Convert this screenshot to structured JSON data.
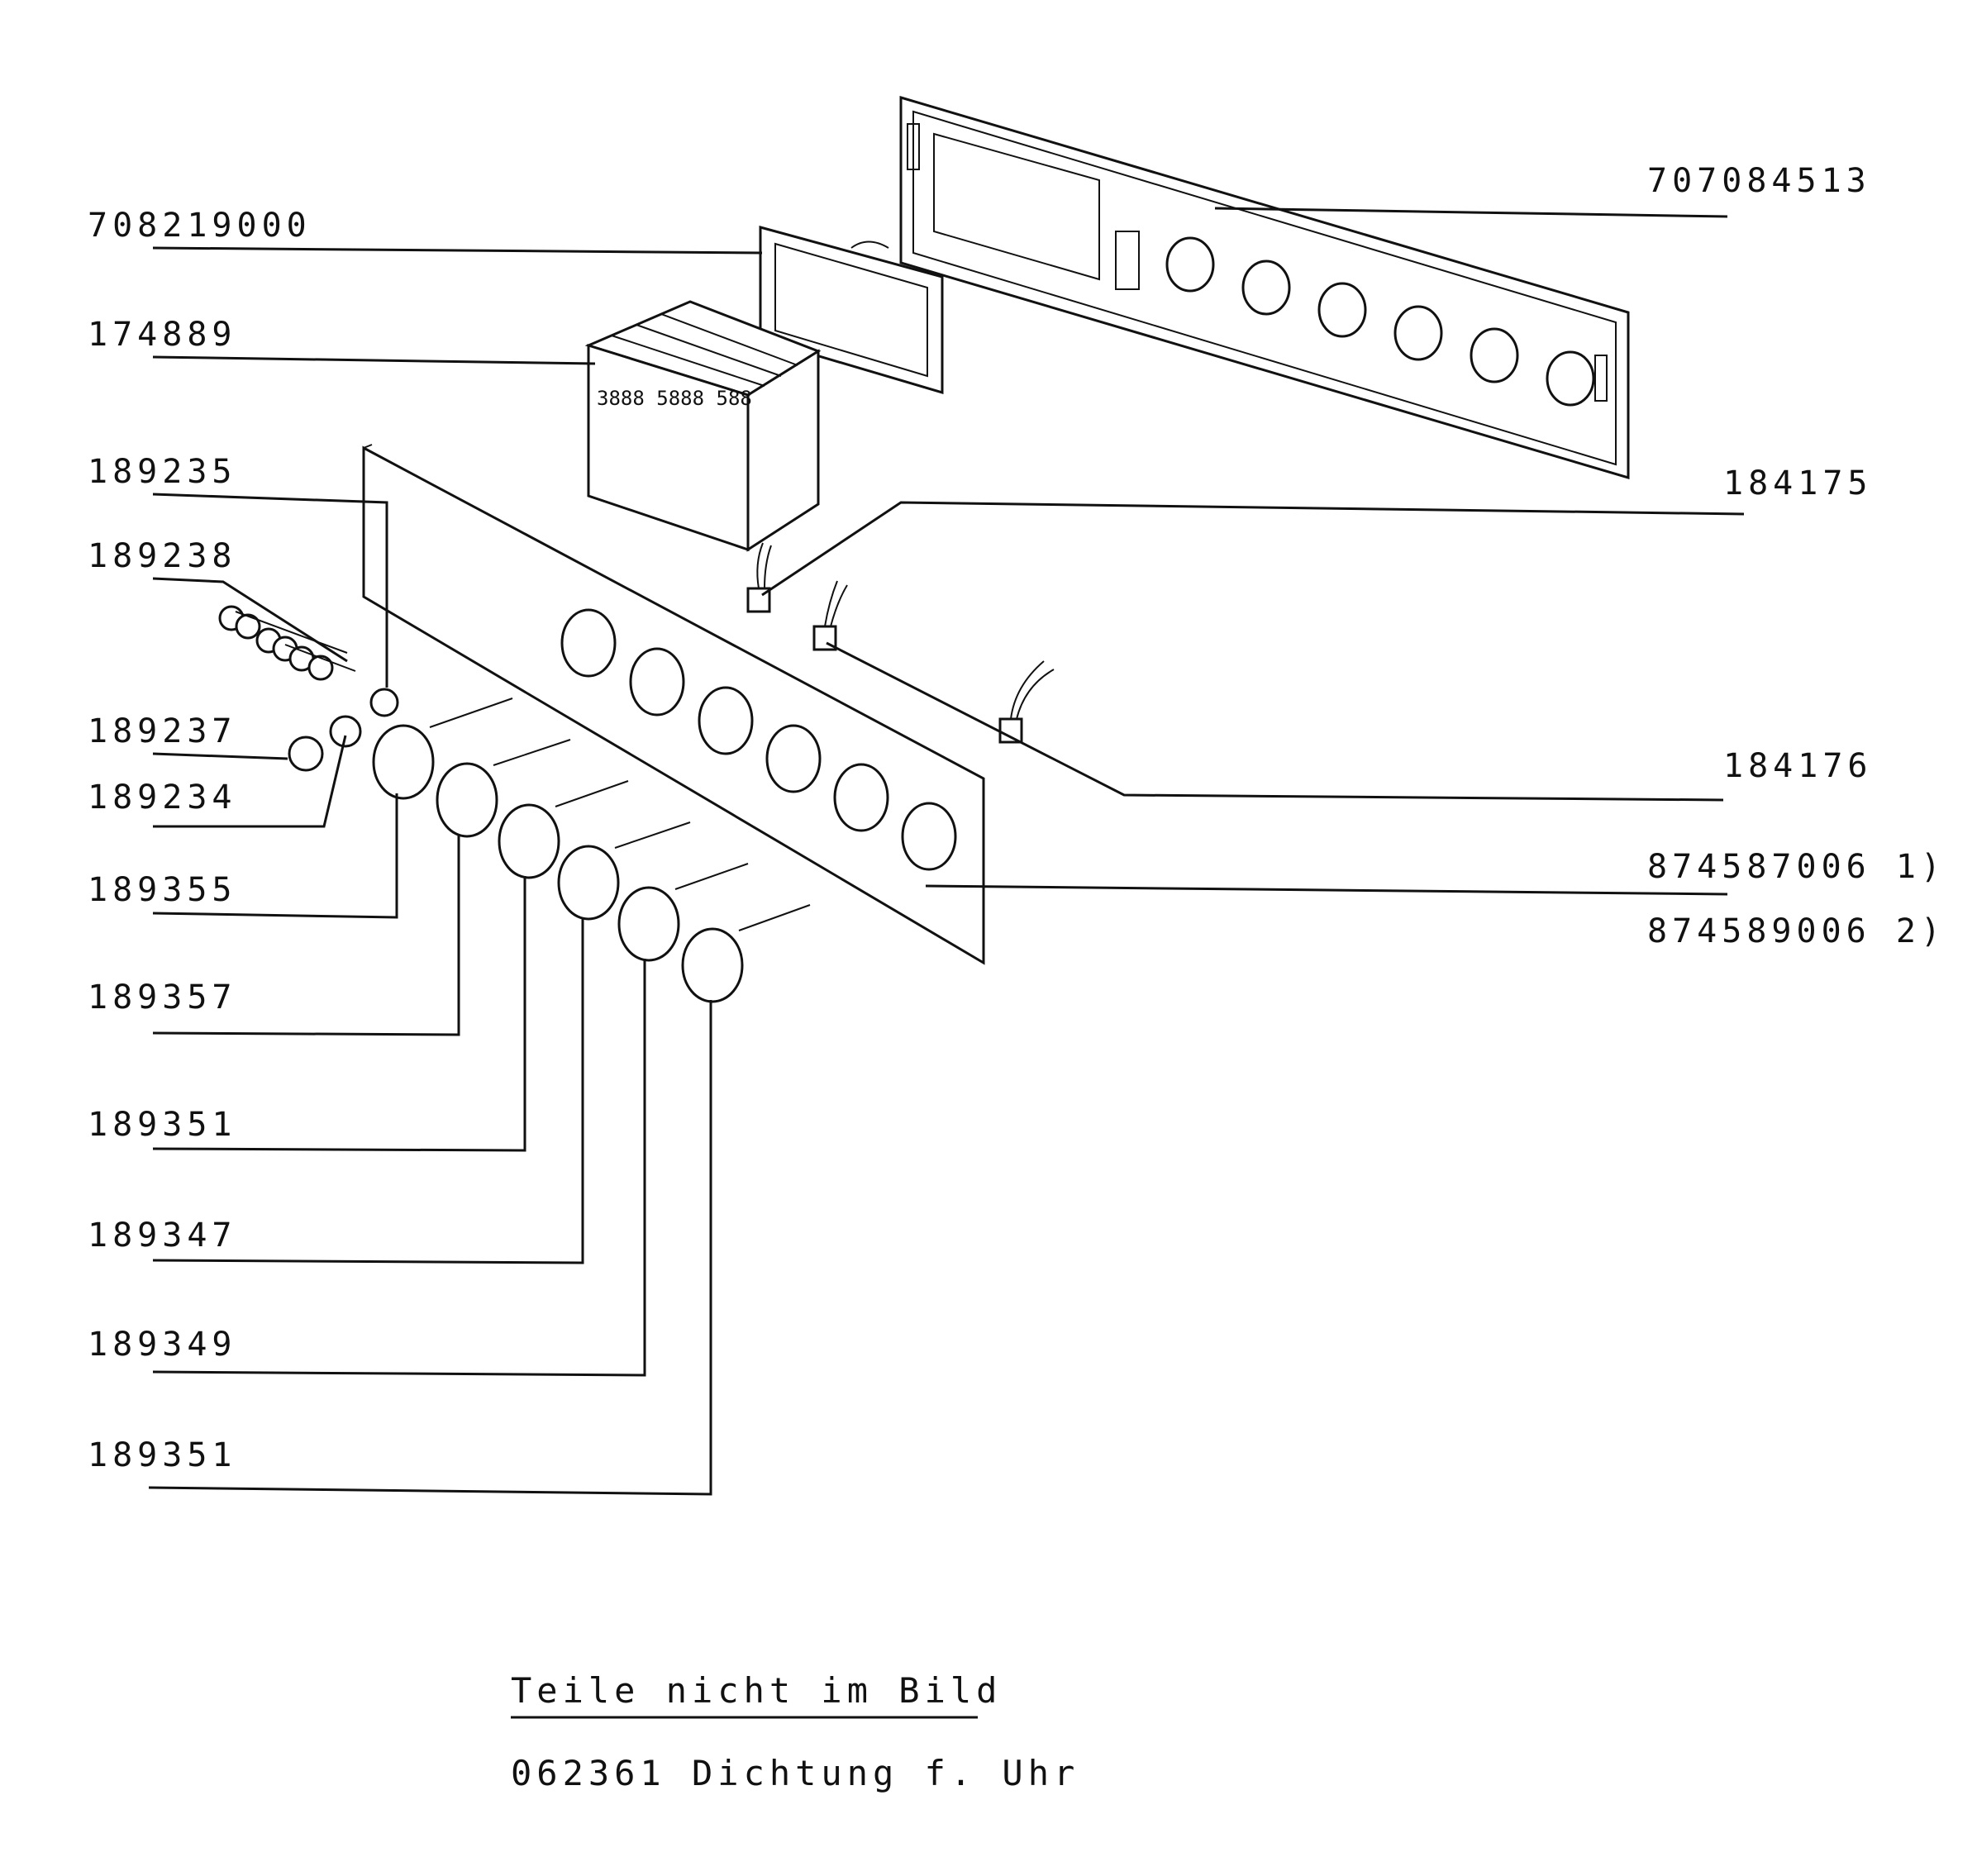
{
  "labels": {
    "p707084513": "707084513",
    "p708219000": "708219000",
    "p174889": "174889",
    "p189235": "189235",
    "p184175": "184175",
    "p189238": "189238",
    "p189237": "189237",
    "p189234": "189234",
    "p184176": "184176",
    "p874587006": "874587006 1)",
    "p874589006": "874589006 2)",
    "p189355": "189355",
    "p189357": "189357",
    "p189351a": "189351",
    "p189347": "189347",
    "p189349": "189349",
    "p189351b": "189351"
  },
  "footer": {
    "heading": "Teile nicht im Bild",
    "item": "062361 Dichtung f. Uhr"
  },
  "icons": {
    "frame": "control-panel-frame-icon",
    "glass": "display-glass-icon",
    "clock": "clock-module-icon",
    "panel": "control-panel-icon",
    "knob": "control-knob-icon"
  }
}
